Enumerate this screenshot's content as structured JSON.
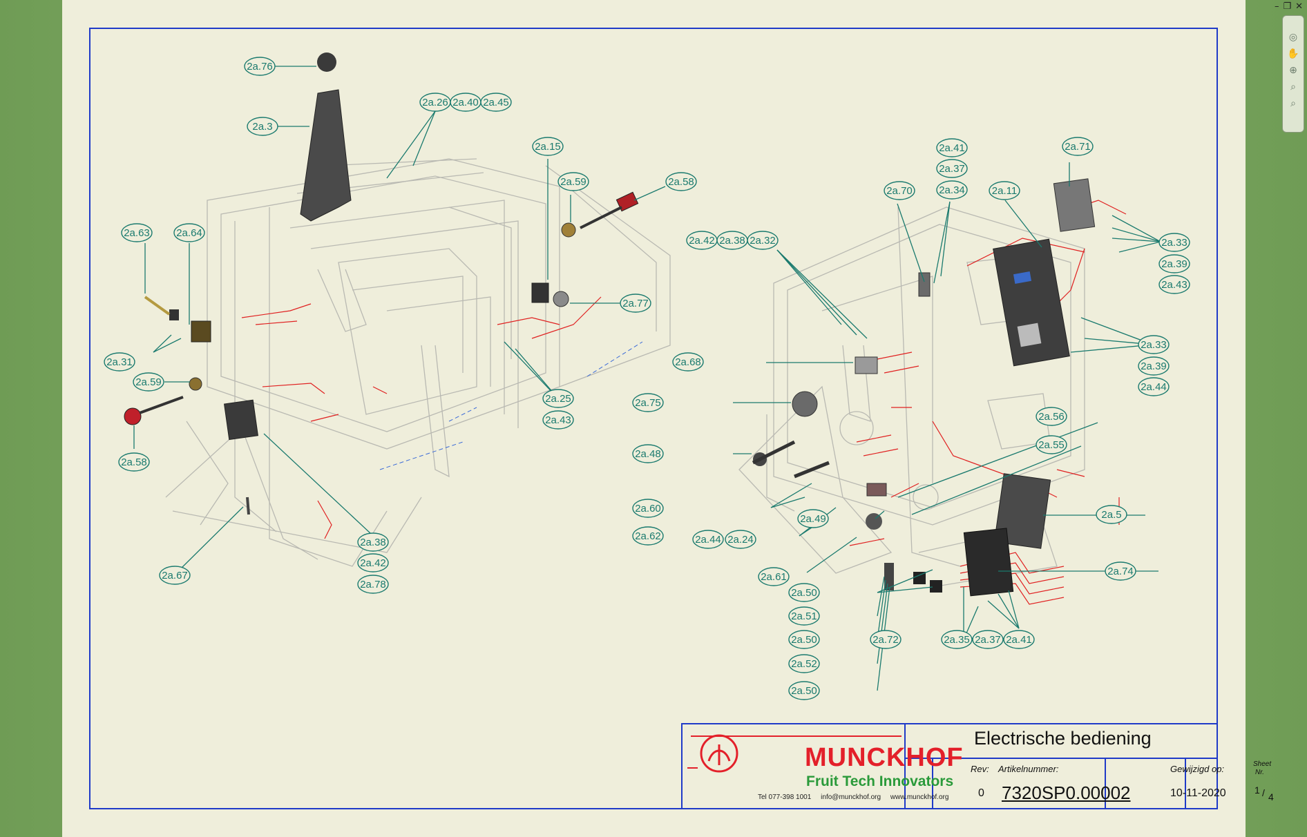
{
  "window_controls": {
    "minimize": "–",
    "restore": "❐",
    "close": "✕"
  },
  "nav_tools": [
    {
      "name": "steering-wheel-icon",
      "glyph": "◎"
    },
    {
      "name": "pan-hand-icon",
      "glyph": "✋"
    },
    {
      "name": "zoom-window-icon",
      "glyph": "⊕"
    },
    {
      "name": "zoom-in-icon",
      "glyph": "⌕"
    },
    {
      "name": "zoom-out-icon",
      "glyph": "⌕"
    }
  ],
  "title_block": {
    "company": "MUNCKHOF",
    "tagline": "Fruit Tech Innovators",
    "contact": "Tel 077-398 1001     info@munckhof.org     www.munckhof.org",
    "title": "Electrische bediening",
    "rev_label": "Rev:",
    "rev_value": "0",
    "article_label": "Artikelnummer:",
    "article_value": "7320SP0.00002",
    "modified_label": "Gewijzigd op:",
    "modified_value": "10-11-2020",
    "sheet_label_1": "Sheet",
    "sheet_label_2": "Nr.",
    "sheet_current": "1",
    "sheet_sep": "/",
    "sheet_total": "4"
  },
  "callouts": [
    "2a.76",
    "2a.3",
    "2a.26",
    "2a.40",
    "2a.45",
    "2a.63",
    "2a.64",
    "2a.31",
    "2a.59",
    "2a.58",
    "2a.67",
    "2a.38",
    "2a.42",
    "2a.78",
    "2a.15",
    "2a.59",
    "2a.58",
    "2a.77",
    "2a.25",
    "2a.43",
    "2a.42",
    "2a.38",
    "2a.32",
    "2a.41",
    "2a.37",
    "2a.34",
    "2a.70",
    "2a.11",
    "2a.71",
    "2a.33",
    "2a.39",
    "2a.43",
    "2a.68",
    "2a.33",
    "2a.39",
    "2a.44",
    "2a.75",
    "2a.56",
    "2a.55",
    "2a.48",
    "2a.60",
    "2a.62",
    "2a.44",
    "2a.24",
    "2a.49",
    "2a.5",
    "2a.74",
    "2a.61",
    "2a.50",
    "2a.51",
    "2a.50",
    "2a.52",
    "2a.50",
    "2a.72",
    "2a.35",
    "2a.37",
    "2a.41"
  ],
  "colors": {
    "sheet": "#efeedb",
    "frame": "#1f3ac8",
    "callout": "#1a7a6e",
    "wire": "#e02020",
    "brand_red": "#e3202a",
    "brand_green": "#2a9a3a",
    "ghost": "#b9b9b2"
  }
}
